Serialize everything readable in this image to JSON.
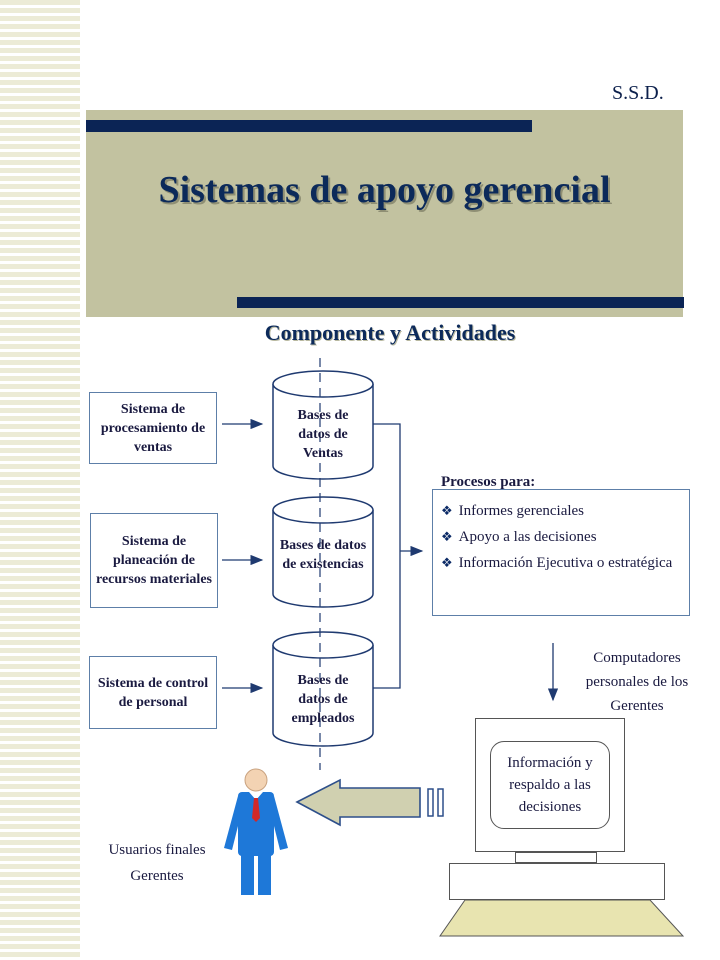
{
  "slide": {
    "corner_tag": "S.S.D.",
    "title": "Sistemas de apoyo gerencial",
    "subtitle": "Componente y Actividades"
  },
  "systems": [
    {
      "label": "Sistema de procesamiento de ventas"
    },
    {
      "label": "Sistema de planeación de recursos materiales"
    },
    {
      "label": "Sistema de control de personal"
    }
  ],
  "databases": [
    {
      "label": "Bases de datos de Ventas"
    },
    {
      "label": "Bases de datos de existencias"
    },
    {
      "label": "Bases de datos de empleados"
    }
  ],
  "processes": {
    "title": "Procesos para:",
    "items": [
      "Informes gerenciales",
      "Apoyo a las decisiones",
      "Información Ejecutiva o estratégica"
    ]
  },
  "computer": {
    "caption": "Computadores personales de los Gerentes",
    "screen_text": "Información y respaldo a las decisiones"
  },
  "users": {
    "line1": "Usuarios finales",
    "line2": "Gerentes"
  },
  "colors": {
    "banner": "#c2c2a0",
    "navy_bar": "#0b2455",
    "title_text": "#0c2a5a"
  }
}
